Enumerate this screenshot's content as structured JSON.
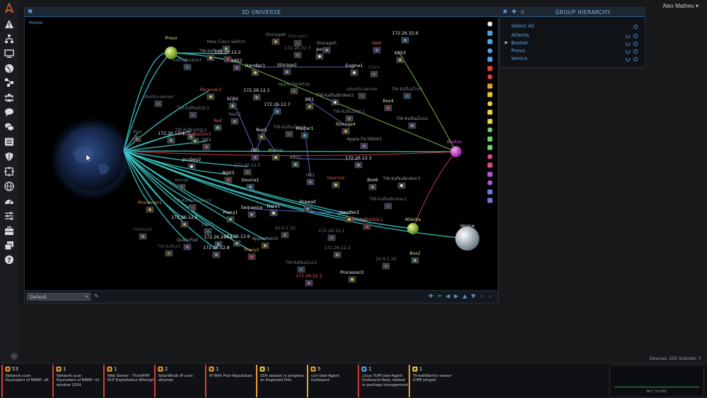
{
  "user": {
    "name": "Alex Matheu",
    "caret": "▾"
  },
  "sidebar": {
    "items": [
      {
        "icon": "logo-icon",
        "color": "#e0663a"
      },
      {
        "icon": "warning-icon",
        "color": "#d6dbe1"
      },
      {
        "icon": "network-icon",
        "color": "#d6dbe1"
      },
      {
        "icon": "monitor-icon",
        "color": "#d6dbe1"
      },
      {
        "icon": "globe-icon",
        "color": "#d6dbe1"
      },
      {
        "icon": "topology-icon",
        "color": "#d6dbe1"
      },
      {
        "icon": "users-icon",
        "color": "#d6dbe1"
      },
      {
        "icon": "chat-icon",
        "color": "#d6dbe1"
      },
      {
        "icon": "chats-icon",
        "color": "#d6dbe1"
      },
      {
        "icon": "list-icon",
        "color": "#d6dbe1"
      },
      {
        "icon": "shield-icon",
        "color": "#d6dbe1"
      },
      {
        "icon": "crosshair-icon",
        "color": "#d6dbe1"
      },
      {
        "icon": "globe-alt-icon",
        "color": "#d6dbe1"
      },
      {
        "icon": "gauge-icon",
        "color": "#d6dbe1"
      },
      {
        "icon": "sliders-icon",
        "color": "#d6dbe1"
      },
      {
        "icon": "toolbox-icon",
        "color": "#d6dbe1"
      },
      {
        "icon": "layers-icon",
        "color": "#d6dbe1"
      },
      {
        "icon": "help-icon",
        "color": "#d6dbe1"
      }
    ],
    "expand": "›"
  },
  "universe": {
    "title": "3D UNIVERSE",
    "close": "✖",
    "breadcrumb": "Home",
    "view_select": "Default",
    "nav_buttons": [
      "✚",
      "━",
      "◀",
      "▶",
      "▲",
      "▼",
      "‹",
      "›"
    ],
    "tool_icons": [
      {
        "name": "bolt-icon",
        "color": "#e8e8e8"
      },
      {
        "name": "globe-icon",
        "color": "#4fa6e6"
      },
      {
        "name": "mail-icon",
        "color": "#4fa6e6"
      },
      {
        "name": "users-icon",
        "color": "#4fa6e6"
      },
      {
        "name": "chart-icon",
        "color": "#4fa6e6"
      },
      {
        "name": "bolt-globe-icon",
        "color": "#e0452f"
      },
      {
        "name": "download-icon",
        "color": "#e0452f"
      },
      {
        "name": "sitemap-icon",
        "color": "#e8a233"
      },
      {
        "name": "key-icon",
        "color": "#e8c43a"
      },
      {
        "name": "desktop-icon",
        "color": "#e8d04a"
      },
      {
        "name": "tools-icon",
        "color": "#e8d04a"
      },
      {
        "name": "database-icon",
        "color": "#e8d04a"
      },
      {
        "name": "terminal-icon",
        "color": "#6fd36f"
      },
      {
        "name": "server-icon",
        "color": "#6fd36f"
      },
      {
        "name": "cloud-icon",
        "color": "#6fd36f"
      },
      {
        "name": "storage-icon",
        "color": "#e14a8a"
      },
      {
        "name": "box-icon",
        "color": "#e14a8a"
      },
      {
        "name": "chat-icon",
        "color": "#b05ad8"
      },
      {
        "name": "link-icon",
        "color": "#b05ad8"
      },
      {
        "name": "flask-icon",
        "color": "#6f7ad8"
      },
      {
        "name": "question-icon",
        "color": "#6f7ad8"
      }
    ],
    "nodes": [
      {
        "label": "Provo",
        "color": "#cfe3a0"
      },
      {
        "label": "New Cisco Switch",
        "color": "#7d8893"
      },
      {
        "label": "Storage8",
        "color": "#7d8893"
      },
      {
        "label": "Storage7",
        "color": "#4f5861"
      },
      {
        "label": "172.26.32.6",
        "color": "#e8edf2"
      },
      {
        "label": "Web",
        "color": "#e05d5d"
      },
      {
        "label": "TW-KafkaB",
        "color": "#8f99a3"
      },
      {
        "label": "Storage5",
        "color": "#8f99a3"
      },
      {
        "label": "Jon",
        "color": "#e8edf2"
      },
      {
        "label": "172.26.32.7",
        "color": "#6f7a85"
      },
      {
        "label": "K8S3",
        "color": "#e8edf2"
      },
      {
        "label": "172.26.12.2",
        "color": "#e8edf2"
      },
      {
        "label": "kafkaBroker2",
        "color": "#6f7a85"
      },
      {
        "label": "K8S2",
        "color": "#e8edf2"
      },
      {
        "label": "Handler1",
        "color": "#e8edf2"
      },
      {
        "label": "Storage2",
        "color": "#cfe3a0"
      },
      {
        "label": "Engine1",
        "color": "#e8edf2"
      },
      {
        "label": "Cisco",
        "color": "#4f5861"
      },
      {
        "label": "Apple Desktop",
        "color": "#6f7a85"
      },
      {
        "label": "ubuntu-server",
        "color": "#6f7a85"
      },
      {
        "label": "TW-KafkaZoo1",
        "color": "#6f7a85"
      },
      {
        "label": "ubuntu-server",
        "color": "#6f7a85"
      },
      {
        "label": "Receiver2",
        "color": "#e05d5d"
      },
      {
        "label": "172.26.12.1",
        "color": "#e8edf2"
      },
      {
        "label": "TW-KafkaBroker2",
        "color": "#8f99a3"
      },
      {
        "label": "SCN1",
        "color": "#e8edf2"
      },
      {
        "label": "BR1",
        "color": "#e8edf2"
      },
      {
        "label": "Box4",
        "color": "#cfe3a0"
      },
      {
        "label": "172.26.12.7",
        "color": "#e8edf2"
      },
      {
        "label": "TW-KafkaSQL3",
        "color": "#6f7a85"
      },
      {
        "label": "TW-KafkaSQL1",
        "color": "#6f7a85"
      },
      {
        "label": "TW-KafkaZoo2",
        "color": "#8f99a3"
      },
      {
        "label": "Web2",
        "color": "#6f7a85"
      },
      {
        "label": "Red",
        "color": "#e05d5d"
      },
      {
        "label": "Storage4",
        "color": "#cfe3a0"
      },
      {
        "label": "TW-KafkaZoo3",
        "color": "#6f7a85"
      },
      {
        "label": "Master1",
        "color": "#e8edf2"
      },
      {
        "label": "Apple-TV-58443",
        "color": "#8f99a3"
      },
      {
        "label": "iPad",
        "color": "#6f7a85"
      },
      {
        "label": "172.26.12.4",
        "color": "#e8edf2"
      },
      {
        "label": "TW-KafkaSQL2",
        "color": "#6f7a85"
      },
      {
        "label": "TW-KafkaZoo3",
        "color": "#e05d5d"
      },
      {
        "label": "Box5",
        "color": "#e8edf2"
      },
      {
        "label": "DB2",
        "color": "#8f99a3"
      },
      {
        "label": "Boston",
        "color": "#d65ad6"
      },
      {
        "label": "DB1",
        "color": "#e8edf2"
      },
      {
        "label": "Master",
        "color": "#6fd36f"
      },
      {
        "label": "172.26.12.3",
        "color": "#e8edf2"
      },
      {
        "label": "pcubey2",
        "color": "#e8edf2"
      },
      {
        "label": "K8S1",
        "color": "#8f99a3"
      },
      {
        "label": "172.26.12.5",
        "color": "#6f7a85"
      },
      {
        "label": "BOX3",
        "color": "#e8edf2"
      },
      {
        "label": "Source1",
        "color": "#e8edf2"
      },
      {
        "label": "HK1",
        "color": "#8f99a3"
      },
      {
        "label": "Source2",
        "color": "#e05d5d"
      },
      {
        "label": "Box6",
        "color": "#e8edf2"
      },
      {
        "label": "TW-KafkaBroker3",
        "color": "#8f99a3"
      },
      {
        "label": "server",
        "color": "#6f7a85"
      },
      {
        "label": "Processor1",
        "color": "#e8a233"
      },
      {
        "label": "TW-KafkaBroker3",
        "color": "#6f7a85"
      },
      {
        "label": "Firewall",
        "color": "#e8edf2"
      },
      {
        "label": "TW-KafkaBroker2",
        "color": "#6f7a85"
      },
      {
        "label": "Handler2",
        "color": "#e8edf2"
      },
      {
        "label": "Sequence",
        "color": "#e8edf2"
      },
      {
        "label": "Data1",
        "color": "#e8edf2"
      },
      {
        "label": "Proxy1",
        "color": "#e8edf2"
      },
      {
        "label": "172.26.12.5",
        "color": "#e8edf2"
      },
      {
        "label": "TW-KafkaSQL1",
        "color": "#e05d5d"
      },
      {
        "label": "Host1",
        "color": "#6f7a85"
      },
      {
        "label": "Atlanta",
        "color": "#cfe3a0"
      },
      {
        "label": "10.0.1.10",
        "color": "#6f7a85"
      },
      {
        "label": "172.26.32.1",
        "color": "#6f7a85"
      },
      {
        "label": "Firewall2",
        "color": "#4f5861"
      },
      {
        "label": "172.26.12.6",
        "color": "#e8edf2"
      },
      {
        "label": "AppleWatch",
        "color": "#8f99a3"
      },
      {
        "label": "Venice",
        "color": "#e8edf2"
      },
      {
        "label": "172.26.240.1",
        "color": "#e8edf2"
      },
      {
        "label": "QueryPad",
        "color": "#8f99a3"
      },
      {
        "label": "TW-KafkaS",
        "color": "#4f5861"
      },
      {
        "label": "172.26.12.8",
        "color": "#e8edf2"
      },
      {
        "label": "172.26.12.2",
        "color": "#6f7a85"
      },
      {
        "label": "Box2",
        "color": "#cfe3a0"
      },
      {
        "label": "10.0.1.16",
        "color": "#6f7a85"
      },
      {
        "label": "Proxy2",
        "color": "#e8a233"
      },
      {
        "label": "TW-KafkaZoo3",
        "color": "#6f7a85"
      },
      {
        "label": "172.26.32.2",
        "color": "#e05d5d"
      },
      {
        "label": "Processor2",
        "color": "#e8edf2"
      }
    ]
  },
  "hierarchy": {
    "title": "GROUP HIERARCHY",
    "controls": [
      "✖",
      "✚",
      "⌂"
    ],
    "select_all": "Select All",
    "groups": [
      {
        "label": "Atlanta",
        "expandable": false
      },
      {
        "label": "Boston",
        "expandable": true,
        "arrow": "▶"
      },
      {
        "label": "Provo",
        "expandable": false
      },
      {
        "label": "Venice",
        "expandable": false
      }
    ]
  },
  "stats": {
    "text": "Devices: 202   Subnets: 7"
  },
  "alerts": [
    {
      "count": "53",
      "text": "Network scan. Equivalent of NMAP -sA",
      "color": "#d23c3c",
      "icon": "target-icon",
      "icon_color": "#e8a233"
    },
    {
      "count": "1",
      "text": "Network scan. Equivalent of NMAP -sS window 1024",
      "color": "#d23c3c",
      "icon": "target-icon",
      "icon_color": "#e8a233"
    },
    {
      "count": "1",
      "text": "Web Server - ThinkPHP RCE Exploitation Attempt",
      "color": "#d23c3c",
      "icon": "sitemap-icon",
      "icon_color": "#e8a233"
    },
    {
      "count": "2",
      "text": "SolarWinds IP scan attempt",
      "color": "#d23c3c",
      "icon": "target-icon",
      "icon_color": "#e8a233"
    },
    {
      "count": "1",
      "text": "IP With Poor Reputation",
      "color": "#d23c3c",
      "icon": "eye-icon",
      "icon_color": "#e8a233"
    },
    {
      "count": "1",
      "text": "SSH session in progress on Expected Port",
      "color": "#e8a233",
      "icon": "bolt-icon",
      "icon_color": "#e8d04a"
    },
    {
      "count": "5",
      "text": "curl User-Agent Outbound",
      "color": "#e8a233",
      "icon": "flask-icon",
      "icon_color": "#e8a233"
    },
    {
      "count": "1",
      "text": "Linux YUM User-Agent Outbound likely related to package management",
      "color": "#d23c3c",
      "icon": "shield-icon",
      "icon_color": "#4fa6e6"
    },
    {
      "count": "1",
      "text": "ThreatWarrior sensor ICMP pinged",
      "color": "#e8a233",
      "icon": "sensor-icon",
      "icon_color": "#e8d04a"
    }
  ],
  "net_score": {
    "label": "NET SCORE",
    "color": "#2e9f4a"
  }
}
